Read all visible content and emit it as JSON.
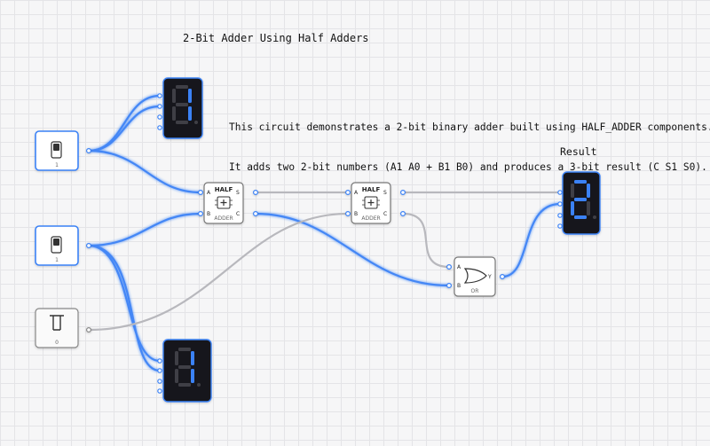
{
  "title": "2-Bit Adder Using Half Adders",
  "description_line1": "This circuit demonstrates a 2-bit binary adder built using HALF_ADDER components.",
  "description_line2": "It adds two 2-bit numbers (A1 A0 + B1 B0) and produces a 3-bit result (C S1 S0).",
  "result_label": "Result",
  "colors": {
    "active_wire": "#3b82f6",
    "inactive_wire": "#b8b8bd",
    "segment_on": "#3b82f6",
    "segment_off": "#3f3f46",
    "display_bg": "#18181b"
  },
  "inputs": [
    {
      "name": "switch-a",
      "type": "toggle",
      "value": "1",
      "state": "on"
    },
    {
      "name": "switch-b",
      "type": "toggle",
      "value": "1",
      "state": "on"
    },
    {
      "name": "button-c",
      "type": "push-button",
      "value": "0",
      "state": "off"
    }
  ],
  "half_adder_1": {
    "title": "HALF",
    "subtitle": "ADDER",
    "pins": {
      "a": "A",
      "b": "B",
      "s": "S",
      "c": "C"
    }
  },
  "half_adder_2": {
    "title": "HALF",
    "subtitle": "ADDER",
    "pins": {
      "a": "A",
      "b": "B",
      "s": "S",
      "c": "C"
    }
  },
  "or_gate": {
    "subtitle": "OR",
    "pins": {
      "a": "A",
      "b": "B",
      "y": "Y"
    }
  },
  "displays": [
    {
      "name": "display-input-a",
      "digit": "1"
    },
    {
      "name": "display-input-b",
      "digit": "1"
    },
    {
      "name": "display-result",
      "digit": "2"
    }
  ]
}
